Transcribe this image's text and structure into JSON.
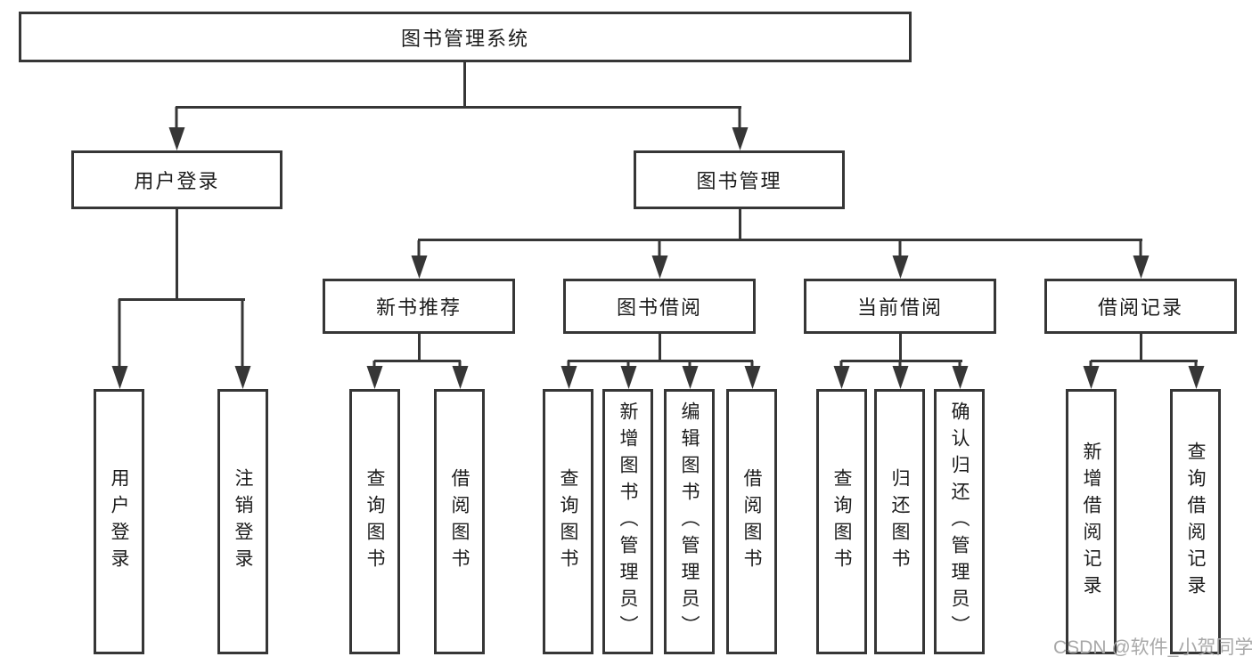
{
  "tree": {
    "label": "图书管理系统",
    "children": [
      {
        "label": "用户登录",
        "children": [
          {
            "label": "用户登录"
          },
          {
            "label": "注销登录"
          }
        ]
      },
      {
        "label": "图书管理",
        "children": [
          {
            "label": "新书推荐",
            "children": [
              {
                "label": "查询图书"
              },
              {
                "label": "借阅图书"
              }
            ]
          },
          {
            "label": "图书借阅",
            "children": [
              {
                "label": "查询图书"
              },
              {
                "label": "新增图书（管理员）"
              },
              {
                "label": "编辑图书（管理员）"
              },
              {
                "label": "借阅图书"
              }
            ]
          },
          {
            "label": "当前借阅",
            "children": [
              {
                "label": "查询图书"
              },
              {
                "label": "归还图书"
              },
              {
                "label": "确认归还（管理员）"
              }
            ]
          },
          {
            "label": "借阅记录",
            "children": [
              {
                "label": "新增借阅记录"
              },
              {
                "label": "查询借阅记录"
              }
            ]
          }
        ]
      }
    ]
  },
  "watermark": {
    "text": "CSDN @软件_小贺同学"
  },
  "colors": {
    "line": "#363636",
    "text": "#1c1c1c",
    "background": "#ffffff",
    "watermark": "#a8a8a8"
  }
}
